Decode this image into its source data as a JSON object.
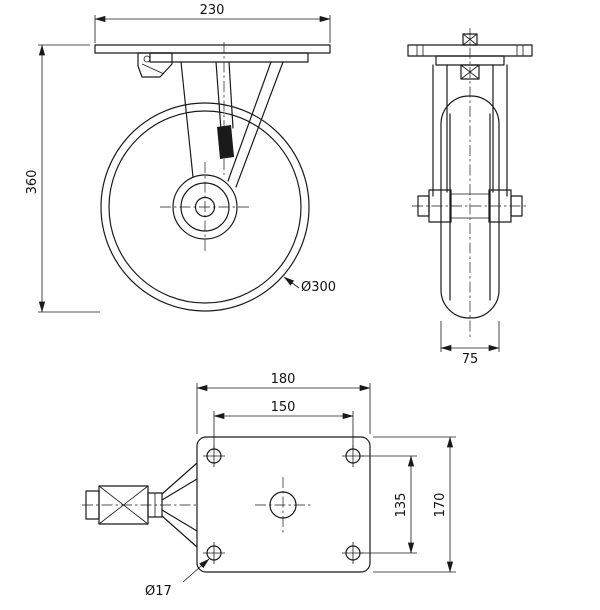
{
  "canvas": {
    "background": "#ffffff",
    "line_color": "#1a1a1a"
  },
  "side_view": {
    "plate_width": "230",
    "overall_height": "360",
    "wheel_diameter": "Ø300"
  },
  "front_view": {
    "wheel_width": "75"
  },
  "top_view": {
    "plate_width": "180",
    "hole_spacing_width": "150",
    "hole_spacing_height": "135",
    "plate_depth": "170",
    "hole_diameter": "Ø17"
  }
}
